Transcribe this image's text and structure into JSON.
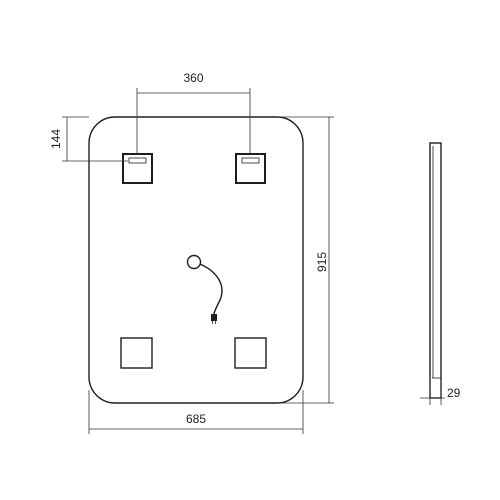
{
  "dimensions": {
    "bracket_spacing": "360",
    "top_offset": "144",
    "height": "915",
    "width": "685",
    "depth": "29"
  },
  "colors": {
    "line": "#1e1e1e",
    "background": "#ffffff"
  },
  "icons": [
    "mount-bracket-icon",
    "touch-sensor-icon",
    "power-cord-icon",
    "plug-icon"
  ]
}
